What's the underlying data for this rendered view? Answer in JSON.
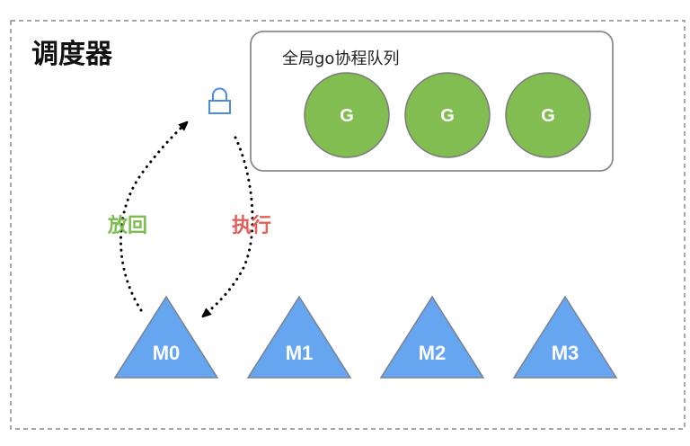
{
  "diagram": {
    "title": "调度器",
    "global_queue": {
      "label": "全局go协程队列",
      "goroutines": [
        {
          "label": "G"
        },
        {
          "label": "G"
        },
        {
          "label": "G"
        }
      ]
    },
    "lock": {
      "icon": "lock-icon"
    },
    "machines": [
      {
        "label": "M0"
      },
      {
        "label": "M1"
      },
      {
        "label": "M2"
      },
      {
        "label": "M3"
      }
    ],
    "actions": {
      "put_back": {
        "label": "放回",
        "color": "#7cbd4e"
      },
      "execute": {
        "label": "执行",
        "color": "#e0605a"
      }
    },
    "colors": {
      "goroutine_fill": "#82bd52",
      "goroutine_stroke": "#7a7a7a",
      "machine_fill": "#66a5ef",
      "machine_stroke": "#7a8290",
      "lock": "#4a8de0",
      "queue_border": "#8a8a8a",
      "outer_border": "#8a8a8a"
    }
  }
}
